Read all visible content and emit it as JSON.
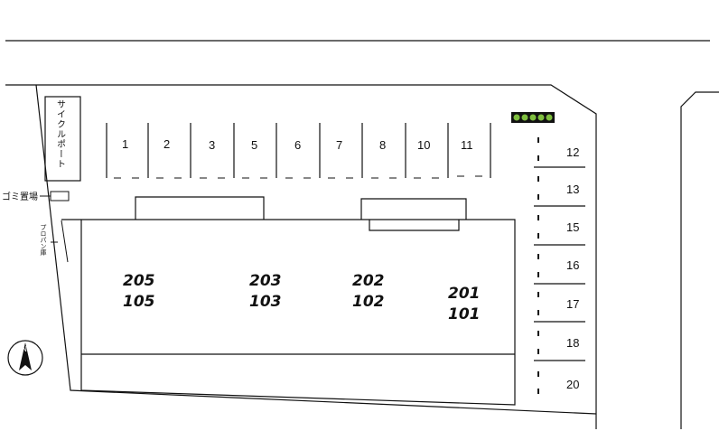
{
  "facilities": {
    "cycle_port": "サイクルポート",
    "garbage": "ゴミ置場",
    "propane": "プロパン庫",
    "north_mark": "N"
  },
  "parking_top": [
    "1",
    "2",
    "3",
    "5",
    "6",
    "7",
    "8",
    "10",
    "11"
  ],
  "parking_right": [
    "12",
    "13",
    "15",
    "16",
    "17",
    "18",
    "20"
  ],
  "units": [
    {
      "upper": "205",
      "lower": "105"
    },
    {
      "upper": "203",
      "lower": "103"
    },
    {
      "upper": "202",
      "lower": "102"
    },
    {
      "upper": "201",
      "lower": "101"
    }
  ],
  "colors": {
    "line": "#111111",
    "plant": "#7fbf3f",
    "background": "#ffffff"
  }
}
